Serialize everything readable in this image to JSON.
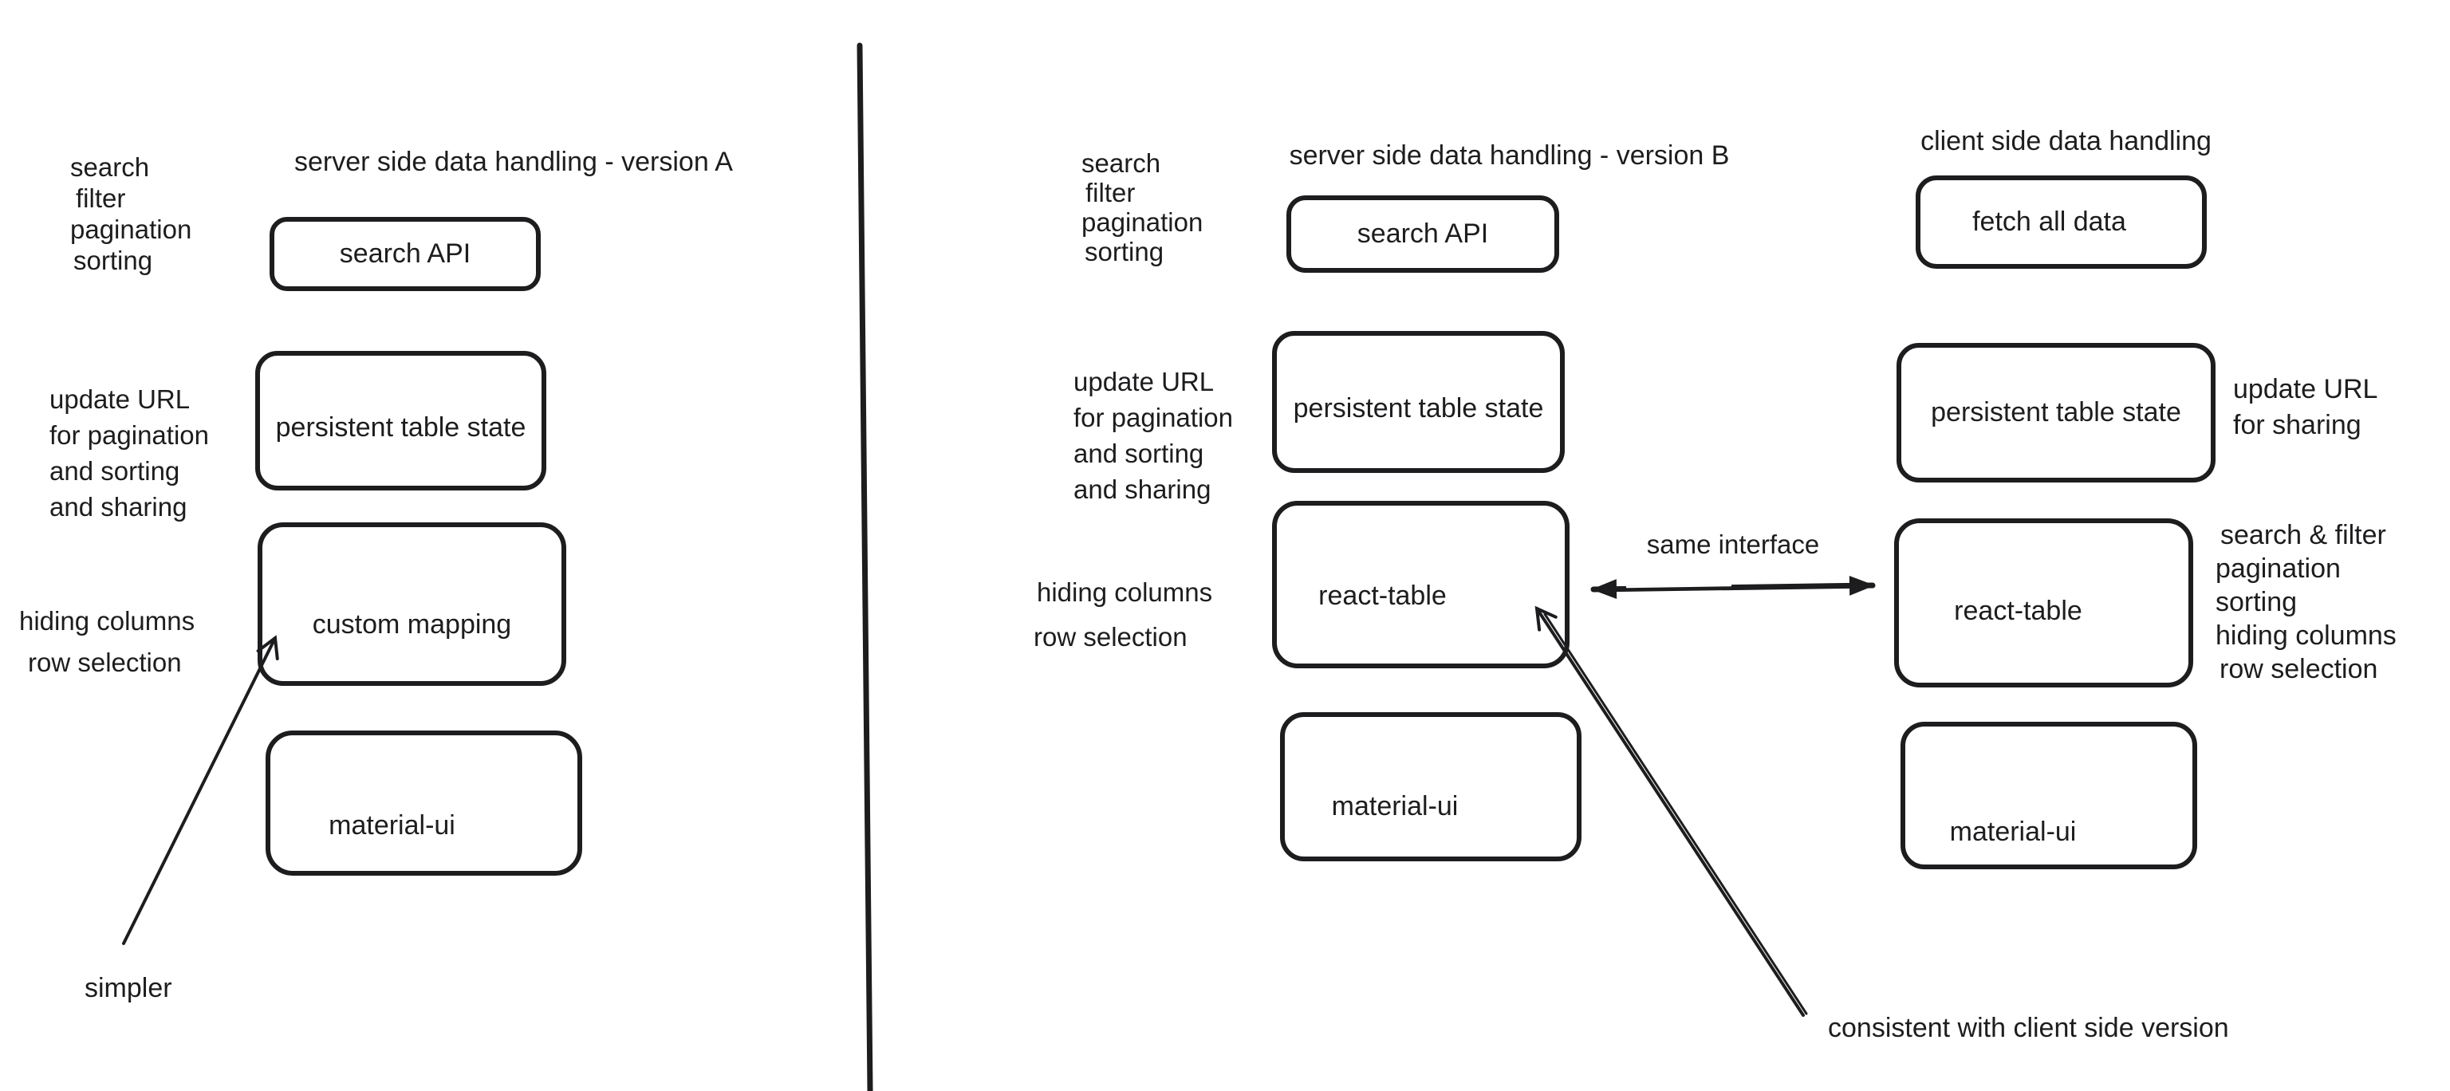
{
  "colors": {
    "ink": "#1d1d1f",
    "paper": "#ffffff"
  },
  "panel_a": {
    "title": "server side data handling - version A",
    "features": [
      "search",
      "filter",
      "pagination",
      "sorting"
    ],
    "update_url_note": [
      "update URL",
      "for pagination",
      "and sorting",
      "and sharing"
    ],
    "hiding_note": "hiding columns",
    "row_note": "row selection",
    "simpler_note": "simpler",
    "boxes": {
      "search_api": "search API",
      "persistent": "persistent table state",
      "custom_mapping": "custom mapping",
      "material_ui": "material-ui"
    }
  },
  "panel_b": {
    "title": "server side data handling - version B",
    "features": [
      "search",
      "filter",
      "pagination",
      "sorting"
    ],
    "update_url_note": [
      "update URL",
      "for pagination",
      "and sorting",
      "and sharing"
    ],
    "hiding_note": "hiding columns",
    "row_note": "row selection",
    "boxes": {
      "search_api": "search API",
      "persistent": "persistent table state",
      "react_table": "react-table",
      "material_ui": "material-ui"
    }
  },
  "panel_client": {
    "title": "client side data handling",
    "update_url_note": [
      "update URL",
      "for sharing"
    ],
    "features": [
      "search & filter",
      "pagination",
      "sorting",
      "hiding columns",
      "row selection"
    ],
    "boxes": {
      "fetch_all": "fetch all data",
      "persistent": "persistent table state",
      "react_table": "react-table",
      "material_ui": "material-ui"
    }
  },
  "annotations": {
    "same_interface": "same interface",
    "consistent": "consistent with client side version"
  }
}
